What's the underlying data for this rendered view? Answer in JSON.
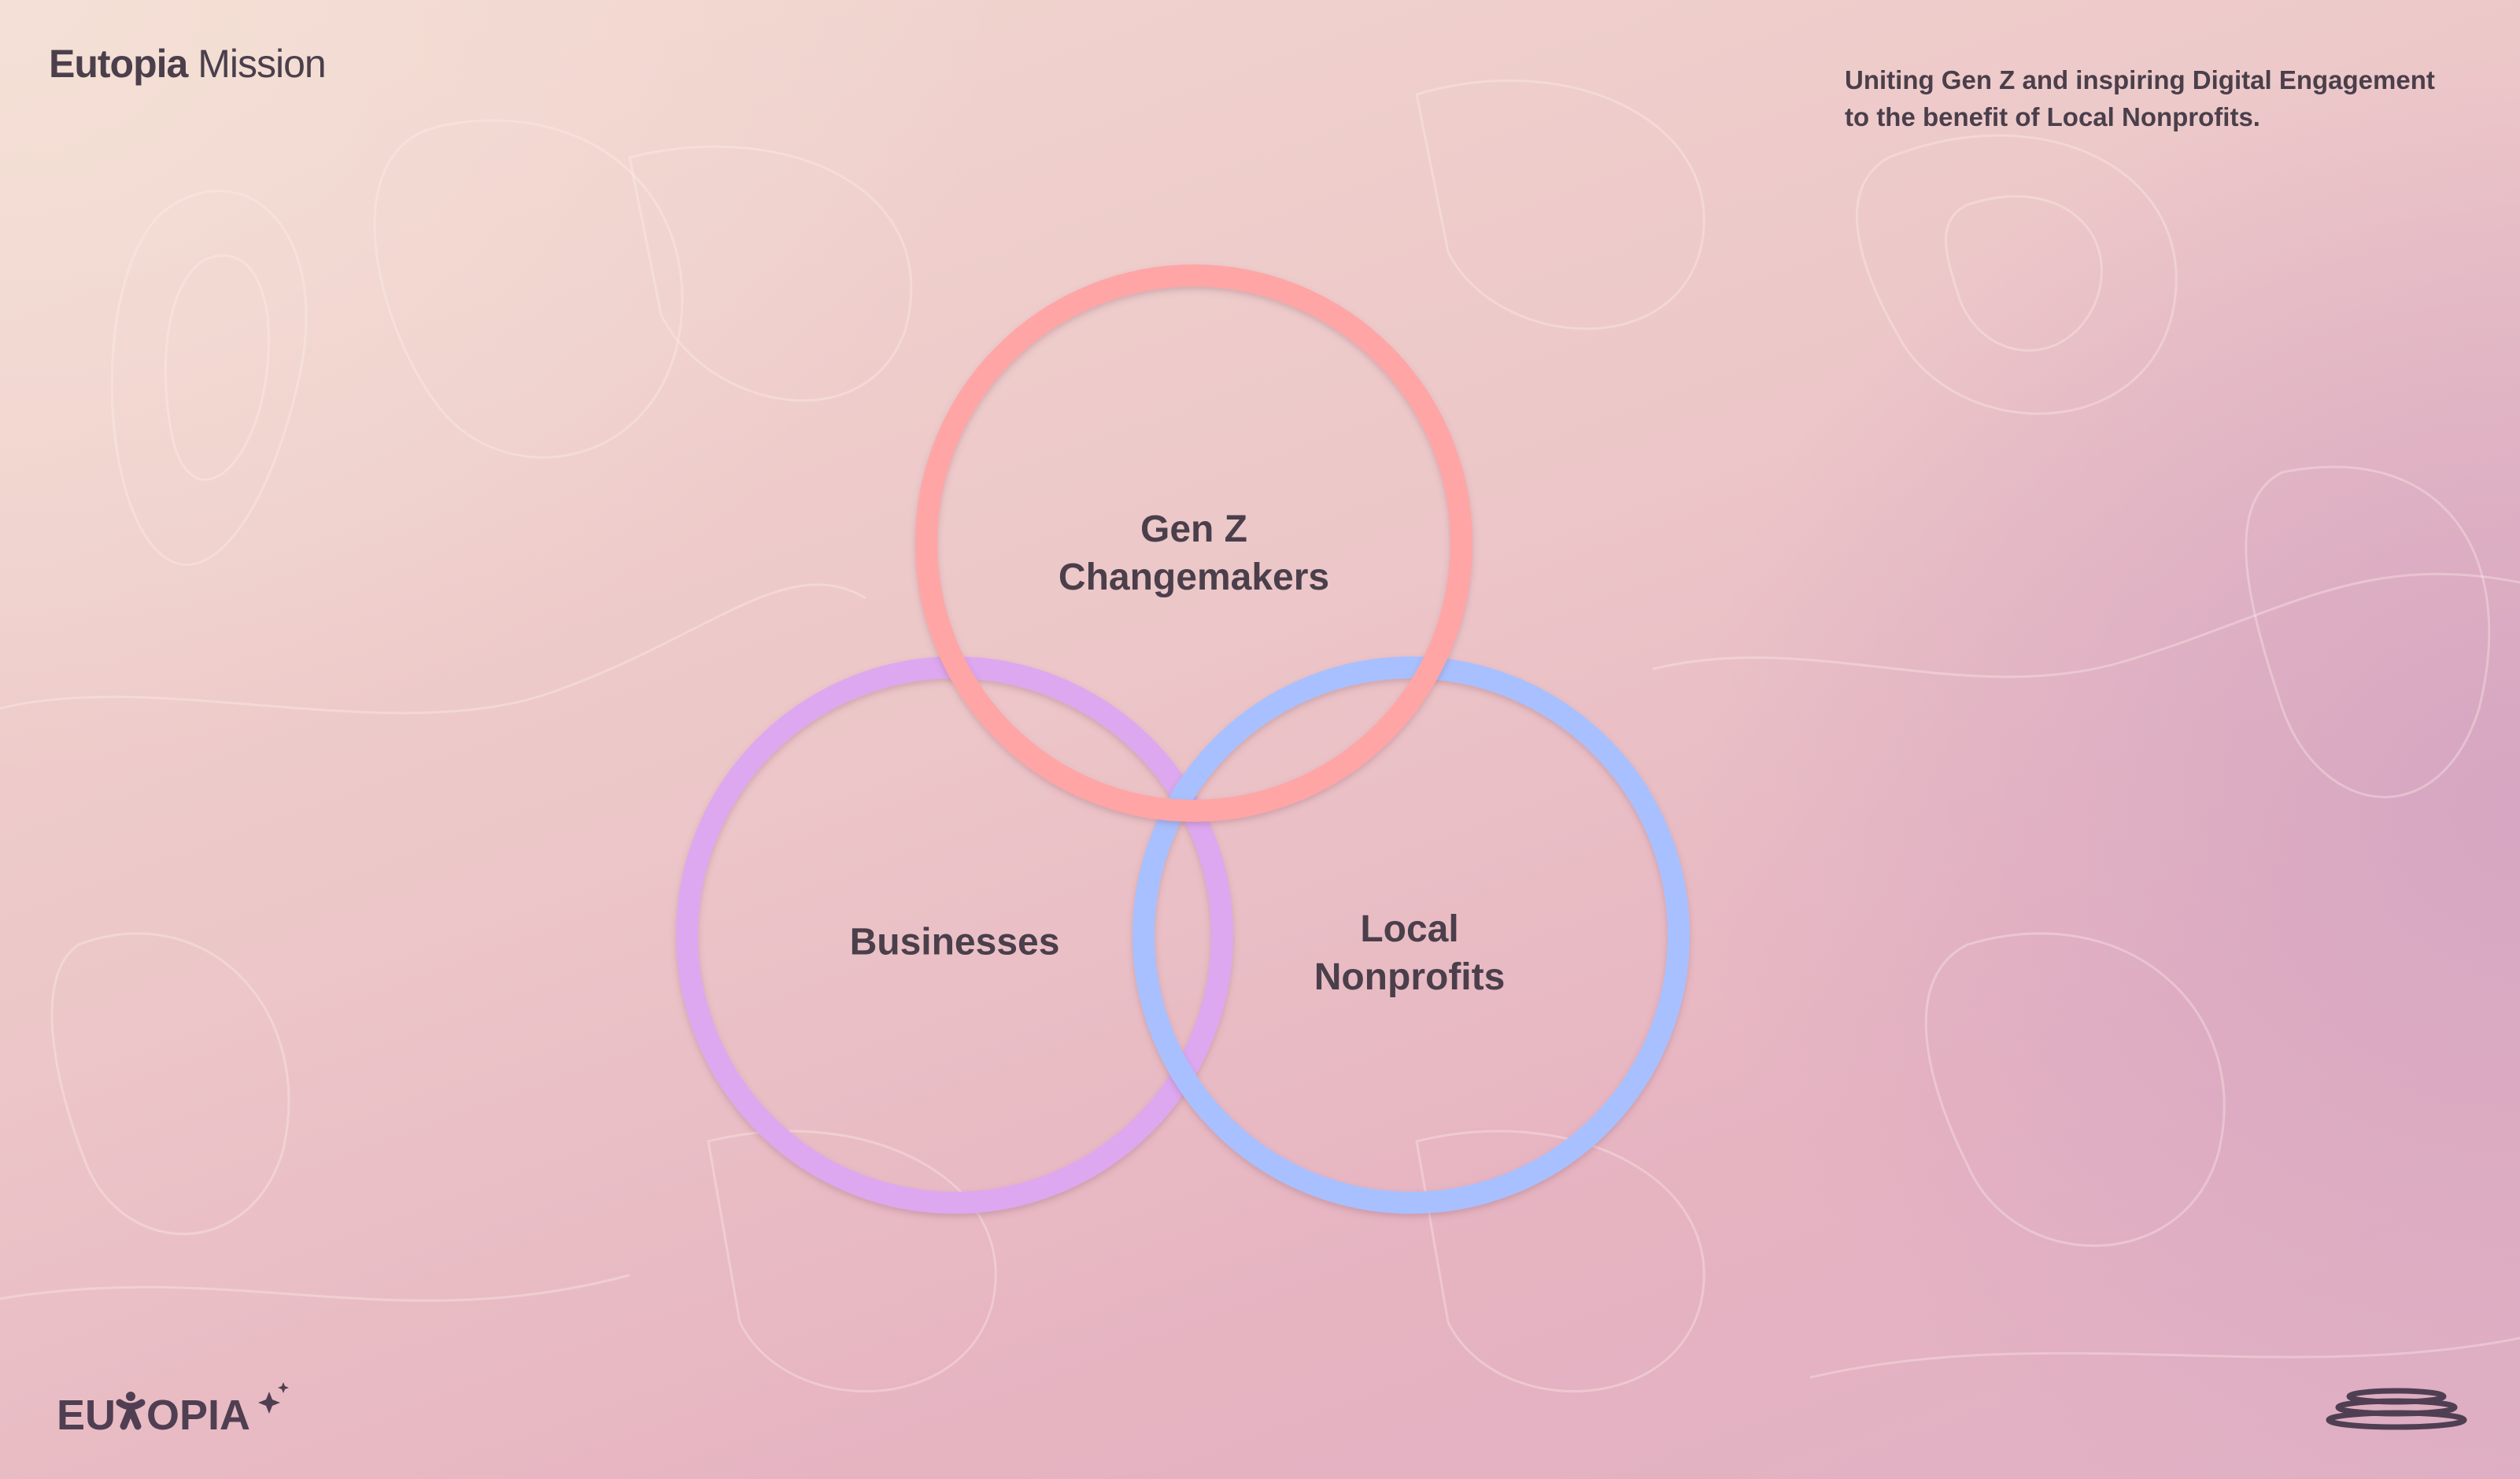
{
  "header": {
    "title_bold": "Eutopia",
    "title_rest": "Mission"
  },
  "tagline": {
    "line1": "Uniting Gen Z and inspiring Digital Engagement",
    "line2": "to the benefit of Local Nonprofits."
  },
  "venn": {
    "circles": [
      {
        "id": "genz",
        "line1": "Gen Z",
        "line2": "Changemakers",
        "color": "#FFA5A5"
      },
      {
        "id": "businesses",
        "line1": "Businesses",
        "color": "#DDA8F0"
      },
      {
        "id": "nonprofits",
        "line1": "Local",
        "line2": "Nonprofits",
        "color": "#A8C0FF"
      }
    ]
  },
  "logo": {
    "text": "EUTOPIA"
  },
  "icons": {
    "stack": "stacked-rings-icon",
    "sparkle": "sparkle-icon"
  }
}
